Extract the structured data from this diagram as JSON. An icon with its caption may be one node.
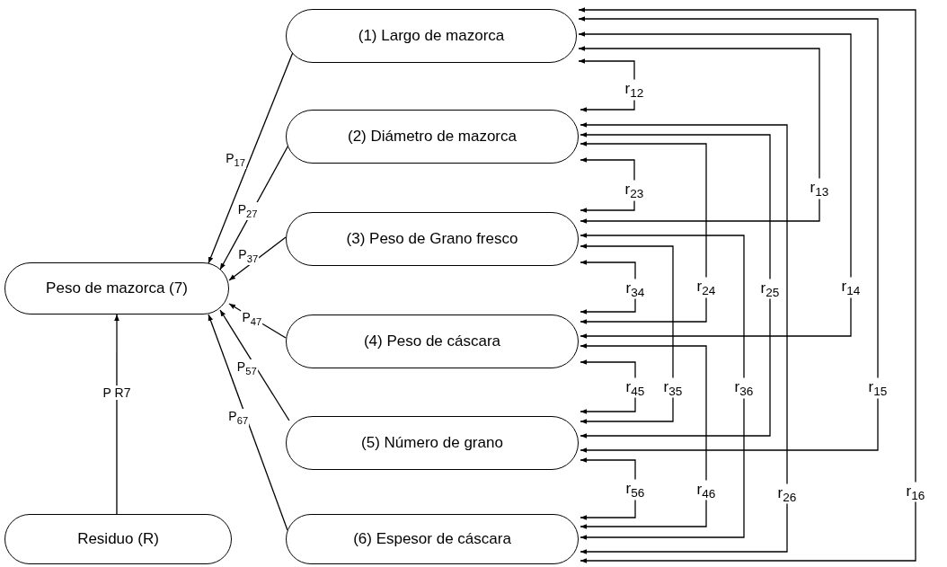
{
  "diagram": {
    "nodes": [
      {
        "text": [
          "(1) Largo de mazorca"
        ]
      },
      {
        "text": [
          "(2) Diámetro de mazorca"
        ]
      },
      {
        "text": [
          "(3) Peso de Grano fresco"
        ]
      },
      {
        "text": [
          "(4) Peso de cáscara"
        ]
      },
      {
        "text": [
          "(5) Número de grano"
        ]
      },
      {
        "text": [
          "(6) Espesor de cáscara"
        ]
      },
      {
        "text": [
          "Peso de mazorca (7)"
        ]
      },
      {
        "text": [
          "Residuo (R)"
        ]
      }
    ],
    "edges": [
      {
        "from": 0,
        "to": 6,
        "arrow": "to",
        "label": "P$_{17}$"
      },
      {
        "from": 1,
        "to": 6,
        "arrow": "to",
        "label": "P$_{27}$"
      },
      {
        "from": 2,
        "to": 6,
        "arrow": "to",
        "label": "P$_{37}$"
      },
      {
        "from": 3,
        "to": 6,
        "arrow": "to",
        "label": "P$_{47}$"
      },
      {
        "from": 4,
        "to": 6,
        "arrow": "to",
        "label": "P$_{57}$"
      },
      {
        "from": 5,
        "to": 6,
        "arrow": "to",
        "label": "P$_{67}$"
      },
      {
        "from": 7,
        "to": 6,
        "arrow": "to",
        "label": "P R7"
      },
      {
        "from": 0,
        "to": 1,
        "arrow": "both",
        "label": "r$_{12}$"
      },
      {
        "from": 1,
        "to": 2,
        "arrow": "both",
        "label": "r$_{23}$"
      },
      {
        "from": 2,
        "to": 3,
        "arrow": "both",
        "label": "r$_{34}$"
      },
      {
        "from": 3,
        "to": 4,
        "arrow": "both",
        "label": "r$_{45}$"
      },
      {
        "from": 4,
        "to": 5,
        "arrow": "both",
        "label": "r$_{56}$"
      },
      {
        "from": 0,
        "to": 2,
        "arrow": "both",
        "label": "r$_{13}$"
      },
      {
        "from": 1,
        "to": 3,
        "arrow": "both",
        "label": "r$_{24}$"
      },
      {
        "from": 2,
        "to": 4,
        "arrow": "both",
        "label": "r$_{35}$"
      },
      {
        "from": 3,
        "to": 5,
        "arrow": "both",
        "label": "r$_{46}$"
      },
      {
        "from": 0,
        "to": 3,
        "arrow": "both",
        "label": "r$_{14}$"
      },
      {
        "from": 1,
        "to": 4,
        "arrow": "both",
        "label": "r$_{25}$"
      },
      {
        "from": 2,
        "to": 5,
        "arrow": "both",
        "label": "r$_{36}$"
      },
      {
        "from": 0,
        "to": 4,
        "arrow": "both",
        "label": "r$_{15}$"
      },
      {
        "from": 1,
        "to": 5,
        "arrow": "both",
        "label": "r$_{26}$"
      },
      {
        "from": 0,
        "to": 5,
        "arrow": "both",
        "label": "r$_{16}$"
      }
    ]
  }
}
